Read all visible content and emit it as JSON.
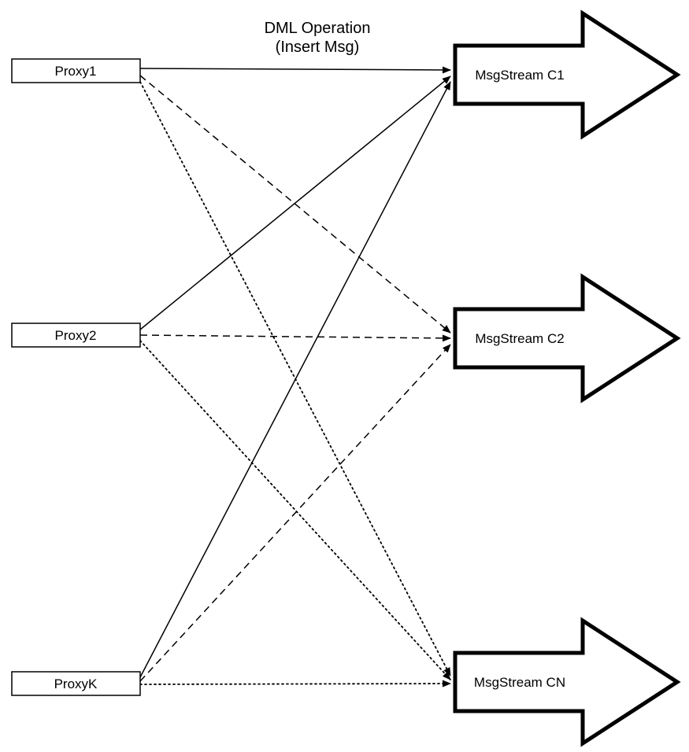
{
  "diagram": {
    "title": {
      "line1": "DML Operation",
      "line2": "(Insert Msg)"
    },
    "proxies": [
      {
        "label": "Proxy1"
      },
      {
        "label": "Proxy2"
      },
      {
        "label": "ProxyK"
      }
    ],
    "streams": [
      {
        "label": "MsgStream C1"
      },
      {
        "label": "MsgStream C2"
      },
      {
        "label": "MsgStream CN"
      }
    ],
    "edges": [
      {
        "from": "Proxy1",
        "to": "MsgStream C1",
        "style": "solid"
      },
      {
        "from": "Proxy1",
        "to": "MsgStream C2",
        "style": "dashed"
      },
      {
        "from": "Proxy1",
        "to": "MsgStream CN",
        "style": "dotted"
      },
      {
        "from": "Proxy2",
        "to": "MsgStream C1",
        "style": "solid"
      },
      {
        "from": "Proxy2",
        "to": "MsgStream C2",
        "style": "dashed"
      },
      {
        "from": "Proxy2",
        "to": "MsgStream CN",
        "style": "dotted"
      },
      {
        "from": "ProxyK",
        "to": "MsgStream C1",
        "style": "solid"
      },
      {
        "from": "ProxyK",
        "to": "MsgStream C2",
        "style": "dashed"
      },
      {
        "from": "ProxyK",
        "to": "MsgStream CN",
        "style": "dotted"
      }
    ],
    "colors": {
      "line": "#000000",
      "fill": "#ffffff",
      "text": "#000000"
    }
  }
}
